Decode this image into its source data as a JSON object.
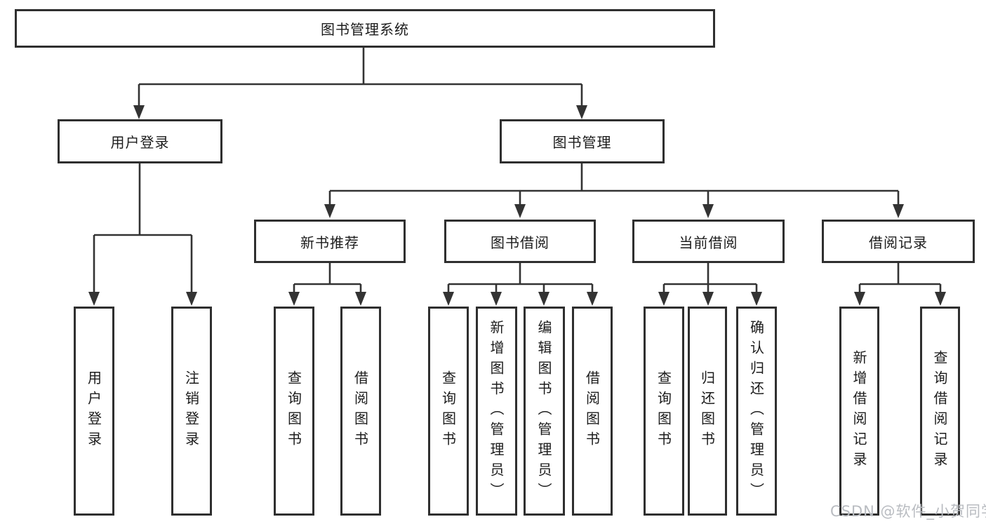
{
  "tree": {
    "label": "图书管理系统",
    "children": [
      {
        "label": "用户登录",
        "children": [
          {
            "label": "用户登录"
          },
          {
            "label": "注销登录"
          }
        ]
      },
      {
        "label": "图书管理",
        "children": [
          {
            "label": "新书推荐",
            "children": [
              {
                "label": "查询图书"
              },
              {
                "label": "借阅图书"
              }
            ]
          },
          {
            "label": "图书借阅",
            "children": [
              {
                "label": "查询图书"
              },
              {
                "label": "新增图书（管理员）"
              },
              {
                "label": "编辑图书（管理员）"
              },
              {
                "label": "借阅图书"
              }
            ]
          },
          {
            "label": "当前借阅",
            "children": [
              {
                "label": "查询图书"
              },
              {
                "label": "归还图书"
              },
              {
                "label": "确认归还（管理员）"
              }
            ]
          },
          {
            "label": "借阅记录",
            "children": [
              {
                "label": "新增借阅记录"
              },
              {
                "label": "查询借阅记录"
              }
            ]
          }
        ]
      }
    ]
  },
  "watermark": {
    "text": "CSDN @软件_小贺同学"
  },
  "colors": {
    "line": "#333333",
    "border": "#2f2f2f",
    "text": "#1c1c1c",
    "watermark": "#b9bcc1",
    "background": "#ffffff"
  }
}
